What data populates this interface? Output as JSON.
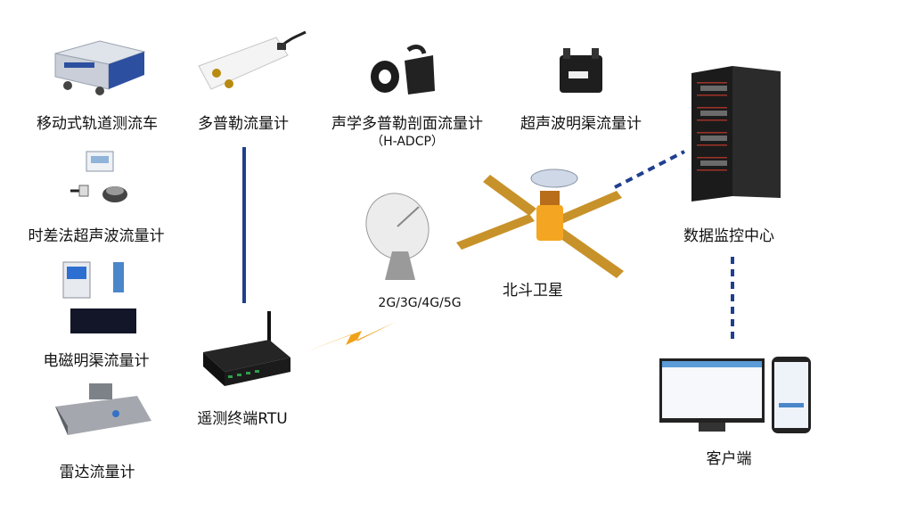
{
  "devices": {
    "mobile_rail_car": "移动式轨道测流车",
    "doppler_meter": "多普勒流量计",
    "hadcp_meter": "声学多普勒剖面流量计",
    "hadcp_sub": "（H-ADCP）",
    "open_channel_ultrasonic": "超声波明渠流量计",
    "transit_time_meter": "时差法超声波流量计",
    "em_open_channel": "电磁明渠流量计",
    "radar_meter": "雷达流量计"
  },
  "network": {
    "rtu": "遥测终端RTU",
    "cellular": "2G/3G/4G/5G",
    "satellite": "北斗卫星",
    "data_center": "数据监控中心",
    "client": "客户端"
  },
  "colors": {
    "link_blue": "#1f3f8f",
    "bolt_orange": "#f0a21a",
    "panel_gold": "#c8922a",
    "server_dark": "#222222"
  }
}
